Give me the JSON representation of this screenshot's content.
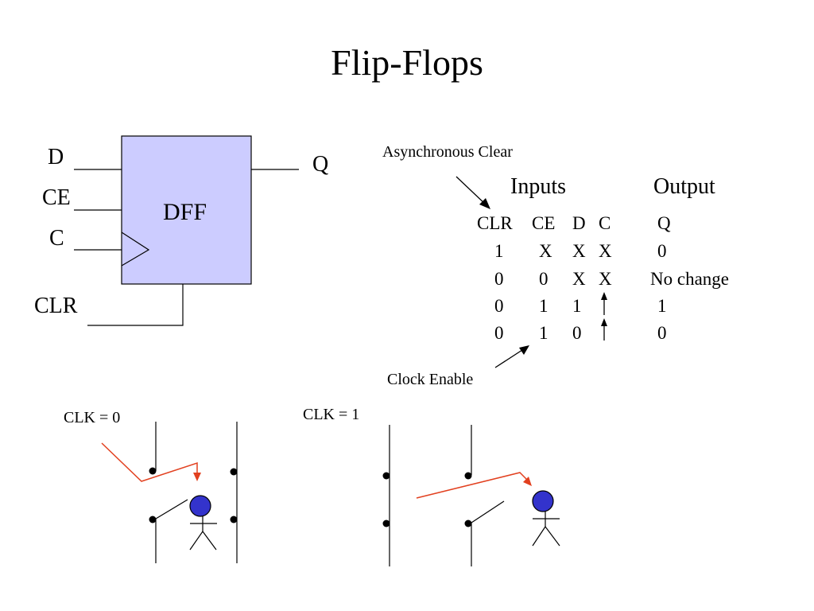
{
  "title": "Flip-Flops",
  "block": {
    "label": "DFF",
    "fill": "#ccccff",
    "pins": {
      "d": "D",
      "ce": "CE",
      "c": "C",
      "clr": "CLR",
      "q": "Q"
    }
  },
  "truth_table": {
    "annotations": {
      "async_clear": "Asynchronous Clear",
      "clock_enable": "Clock Enable"
    },
    "group_headers": {
      "inputs": "Inputs",
      "output": "Output"
    },
    "columns": [
      "CLR",
      "CE",
      "D",
      "C",
      "Q"
    ],
    "rows": [
      [
        "1",
        "X",
        "X",
        "X",
        "0"
      ],
      [
        "0",
        "0",
        "X",
        "X",
        "No change"
      ],
      [
        "0",
        "1",
        "1",
        "rising-edge-arrow",
        "1"
      ],
      [
        "0",
        "1",
        "0",
        "rising-edge-arrow",
        "0"
      ]
    ]
  },
  "illustrations": {
    "left": {
      "label": "CLK = 0"
    },
    "right": {
      "label": "CLK = 1"
    },
    "path_color": "#e2401f",
    "person_color": "#3333cc"
  }
}
